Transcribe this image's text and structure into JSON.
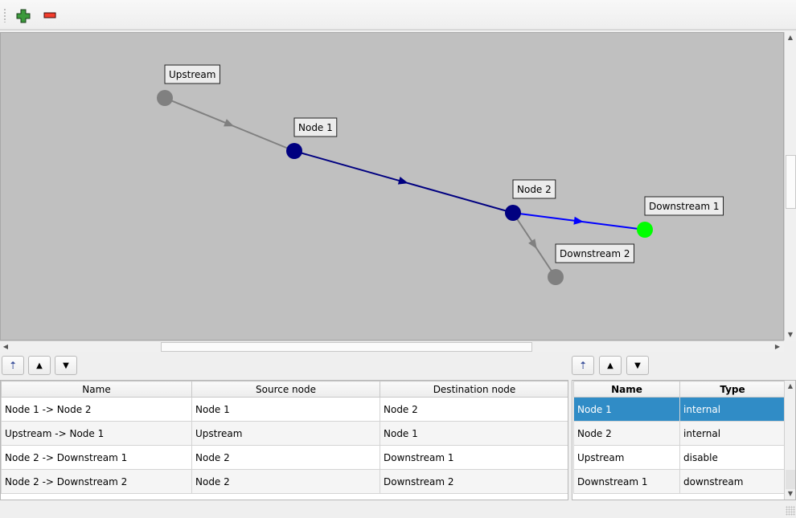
{
  "toolbar": {
    "add_icon": "green-plus-icon",
    "remove_icon": "red-minus-icon"
  },
  "graph": {
    "nodes": [
      {
        "id": "upstream",
        "label": "Upstream",
        "color": "#808080"
      },
      {
        "id": "node1",
        "label": "Node 1",
        "color": "#000080"
      },
      {
        "id": "node2",
        "label": "Node 2",
        "color": "#000080"
      },
      {
        "id": "down1",
        "label": "Downstream 1",
        "color": "#00ff00"
      },
      {
        "id": "down2",
        "label": "Downstream 2",
        "color": "#808080"
      }
    ],
    "edges": [
      {
        "from": "upstream",
        "to": "node1",
        "color": "#808080"
      },
      {
        "from": "node1",
        "to": "node2",
        "color": "#000080"
      },
      {
        "from": "node2",
        "to": "down1",
        "color": "#0000ff"
      },
      {
        "from": "node2",
        "to": "down2",
        "color": "#808080"
      }
    ]
  },
  "edges_table": {
    "columns": [
      "Name",
      "Source node",
      "Destination node"
    ],
    "rows": [
      [
        "Node 1 -> Node 2",
        "Node 1",
        "Node 2"
      ],
      [
        "Upstream -> Node 1",
        "Upstream",
        "Node 1"
      ],
      [
        "Node 2 -> Downstream 1",
        "Node 2",
        "Downstream 1"
      ],
      [
        "Node 2 -> Downstream 2",
        "Node 2",
        "Downstream 2"
      ]
    ]
  },
  "nodes_table": {
    "columns": [
      "Name",
      "Type"
    ],
    "rows": [
      [
        "Node 1",
        "internal"
      ],
      [
        "Node 2",
        "internal"
      ],
      [
        "Upstream",
        "disable"
      ],
      [
        "Downstream 1",
        "downstream"
      ]
    ],
    "selected_row": 0
  }
}
